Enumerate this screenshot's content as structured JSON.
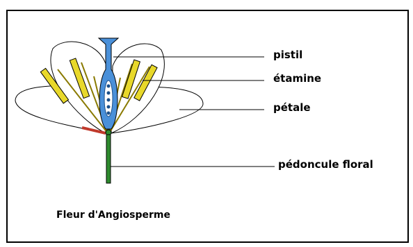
{
  "diagram": {
    "title": "Fleur d'Angiosperme",
    "labels": {
      "pistil": "pistil",
      "stamen": "étamine",
      "petal": "pétale",
      "peduncle": "pédoncule floral"
    },
    "colors": {
      "pistil": "#4a90d9",
      "stamen_filament": "#8a7a00",
      "anther": "#e8d82a",
      "stem": "#2e8b2e",
      "sepal": "#c0392b",
      "outline": "#000000"
    }
  }
}
